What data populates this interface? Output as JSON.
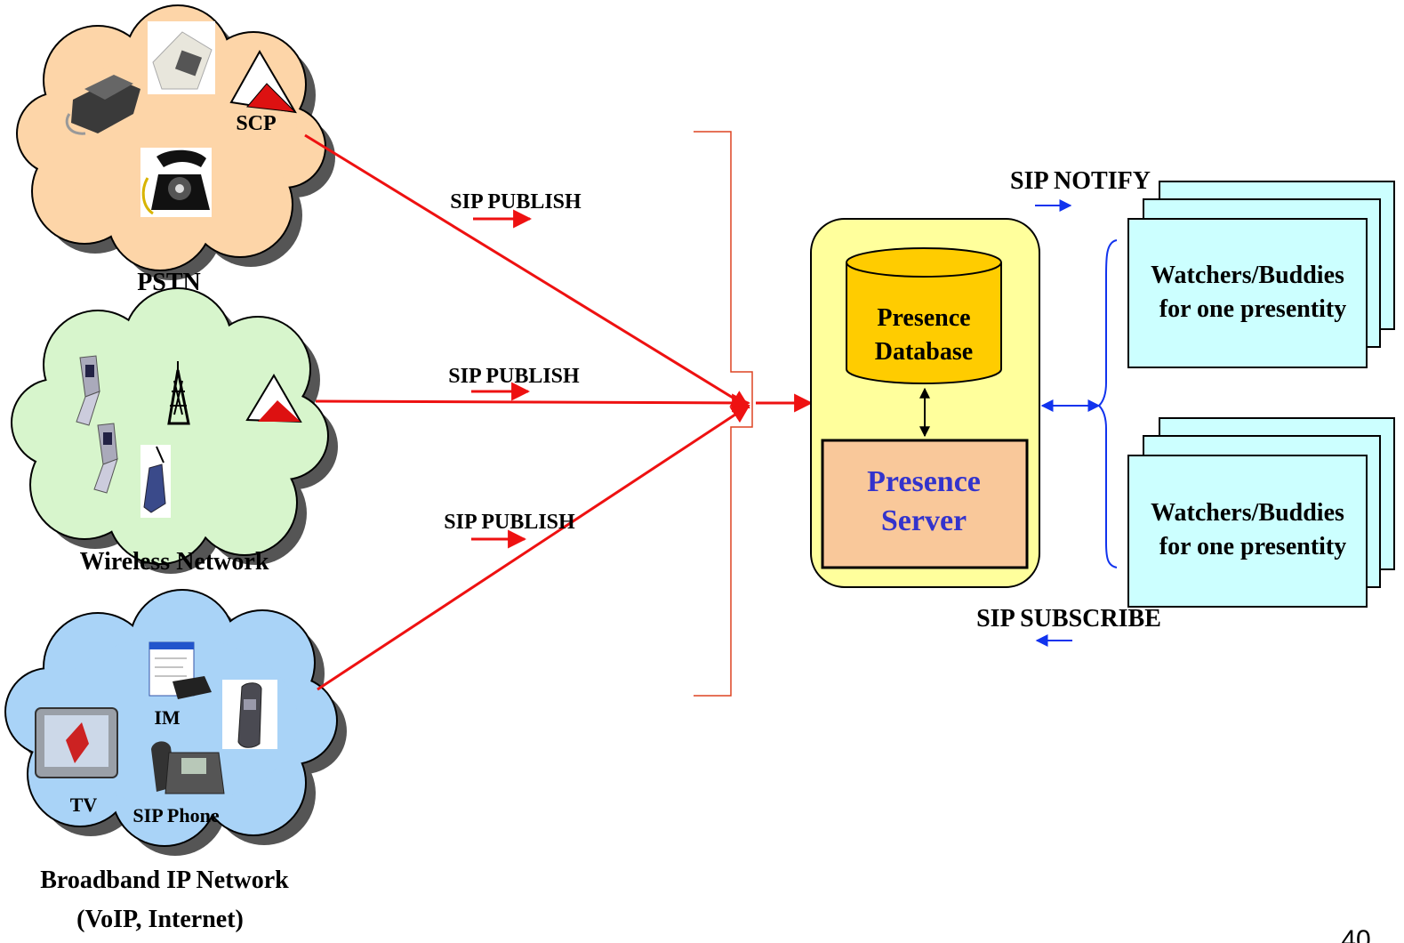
{
  "clouds": {
    "pstn": {
      "title": "PSTN",
      "scp_label": "SCP",
      "fill": "#fdd5a8"
    },
    "wireless": {
      "title": "Wireless Network",
      "fill": "#d7f5cc"
    },
    "broadband": {
      "title_line1": "Broadband IP Network",
      "title_line2": "(VoIP, Internet)",
      "im_label": "IM",
      "tv_label": "TV",
      "sip_phone_label": "SIP Phone",
      "fill": "#a9d3f7"
    }
  },
  "arrows": {
    "publish_1": "SIP PUBLISH",
    "publish_2": "SIP PUBLISH",
    "publish_3": "SIP PUBLISH",
    "notify": "SIP NOTIFY",
    "subscribe": "SIP SUBSCRIBE"
  },
  "server": {
    "db_line1": "Presence",
    "db_line2": "Database",
    "server_line1": "Presence",
    "server_line2": "Server",
    "container_fill": "#ffff9c",
    "db_fill": "#ffcc00",
    "server_fill": "#f9c89a",
    "server_text_color": "#3333cc"
  },
  "watchers": [
    {
      "line1": "Watchers/Buddies",
      "line2": "for one presentity"
    },
    {
      "line1": "Watchers/Buddies",
      "line2": "for one presentity"
    }
  ],
  "colors": {
    "publish_red": "#ee1111",
    "blue": "#1133ee",
    "watcher_fill": "#ccffff"
  },
  "page_number": "40"
}
